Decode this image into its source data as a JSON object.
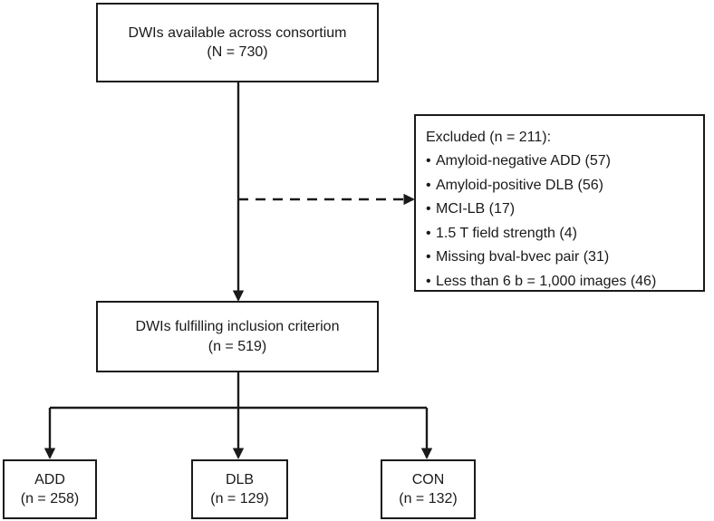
{
  "figure": {
    "type": "flowchart",
    "orientation": "top-down",
    "background_color": "#ffffff",
    "stroke_color": "#1a1a1a",
    "text_color": "#1a1a1a"
  },
  "nodes": {
    "top": {
      "id": "dwis-available",
      "line1": "DWIs available across consortium",
      "line2": "(N = 730)",
      "count": 730,
      "count_symbol": "N"
    },
    "excluded": {
      "id": "excluded",
      "title": "Excluded (n = 211):",
      "count": 211,
      "items": [
        "Amyloid-negative ADD (57)",
        "Amyloid-positive DLB (56)",
        "MCI-LB (17)",
        "1.5 T field strength (4)",
        "Missing bval-bvec pair (31)",
        "Less than 6 b = 1,000 images (46)"
      ],
      "item_values": [
        57,
        56,
        17,
        4,
        31,
        46
      ]
    },
    "middle": {
      "id": "dwis-included",
      "line1": "DWIs fulfilling inclusion criterion",
      "line2": "(n = 519)",
      "count": 519,
      "count_symbol": "n"
    },
    "groups": [
      {
        "id": "add",
        "line1": "ADD",
        "line2": "(n = 258)",
        "count": 258
      },
      {
        "id": "dlb",
        "line1": "DLB",
        "line2": "(n = 129)",
        "count": 129
      },
      {
        "id": "con",
        "line1": "CON",
        "line2": "(n = 132)",
        "count": 132
      }
    ]
  },
  "edges": [
    {
      "id": "top-to-middle",
      "style": "solid",
      "arrowhead": true
    },
    {
      "id": "middle-to-excluded",
      "style": "dashed",
      "arrowhead": true
    },
    {
      "id": "middle-to-add",
      "style": "solid",
      "arrowhead": true
    },
    {
      "id": "middle-to-dlb",
      "style": "solid",
      "arrowhead": true
    },
    {
      "id": "middle-to-con",
      "style": "solid",
      "arrowhead": true
    }
  ]
}
